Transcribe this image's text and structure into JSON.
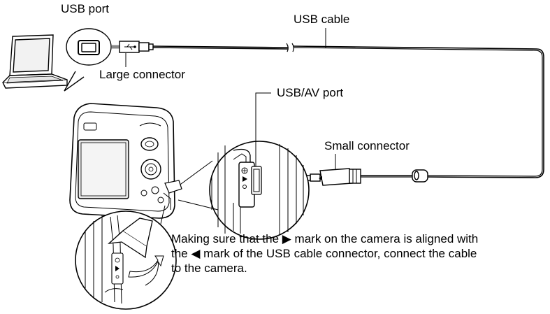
{
  "labels": {
    "usb_port": "USB port",
    "usb_cable": "USB cable",
    "large_connector": "Large connector",
    "usb_av_port": "USB/AV port",
    "small_connector": "Small connector"
  },
  "caption": {
    "line1": "Making sure that the ▶ mark on the camera is aligned with",
    "line2": "the ◀ mark of the USB cable connector, connect the cable",
    "line3": "to the camera."
  },
  "icons": [
    "laptop-icon",
    "usb-symbol-icon",
    "camera-icon",
    "arrow-icon"
  ]
}
